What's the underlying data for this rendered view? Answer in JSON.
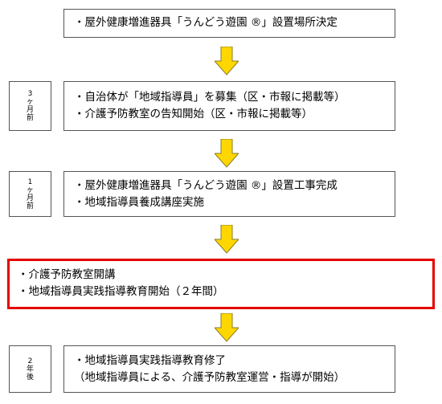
{
  "steps": [
    {
      "timing": [],
      "lines": [
        "・屋外健康増進器具「うんどう遊園 ®」設置場所決定"
      ]
    },
    {
      "timing": [
        "3",
        "ヶ",
        "月",
        "前"
      ],
      "lines": [
        "・自治体が「地域指導員」を募集（区・市報に掲載等）",
        "・介護予防教室の告知開始（区・市報に掲載等）"
      ]
    },
    {
      "timing": [
        "1",
        "ヶ",
        "月",
        "前"
      ],
      "lines": [
        "・屋外健康増進器具「うんどう遊園 ®」設置工事完成",
        "・地域指導員養成講座実施"
      ]
    },
    {
      "timing": [],
      "lines": [
        "・介護予防教室開講",
        "・地域指導員実践指導教育開始（２年間）"
      ]
    },
    {
      "timing": [
        "2",
        "年",
        "後"
      ],
      "lines": [
        "・地域指導員実践指導教育修了",
        "（地域指導員による、介護予防教室運営・指導が開始）"
      ]
    }
  ],
  "colors": {
    "arrow_fill": "#ffd700",
    "arrow_stroke": "#8a7a2a",
    "highlight": "#e60000"
  }
}
